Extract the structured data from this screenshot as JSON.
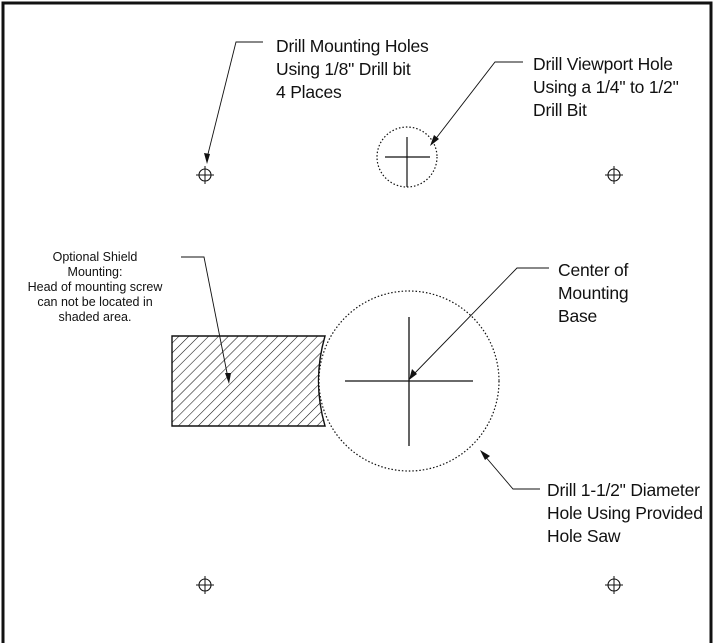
{
  "callouts": {
    "mounting_holes": [
      "Drill Mounting Holes",
      "Using 1/8\" Drill bit",
      "4 Places"
    ],
    "viewport_hole": [
      "Drill Viewport Hole",
      "Using a 1/4\" to 1/2\"",
      "Drill Bit"
    ],
    "center": [
      "Center of",
      "Mounting",
      "Base"
    ],
    "shield": [
      "Optional Shield",
      "Mounting:",
      "Head of mounting screw",
      "can not be located in",
      "shaded area."
    ],
    "large_hole": [
      "Drill 1-1/2\" Diameter",
      "Hole Using Provided",
      "Hole Saw"
    ]
  }
}
